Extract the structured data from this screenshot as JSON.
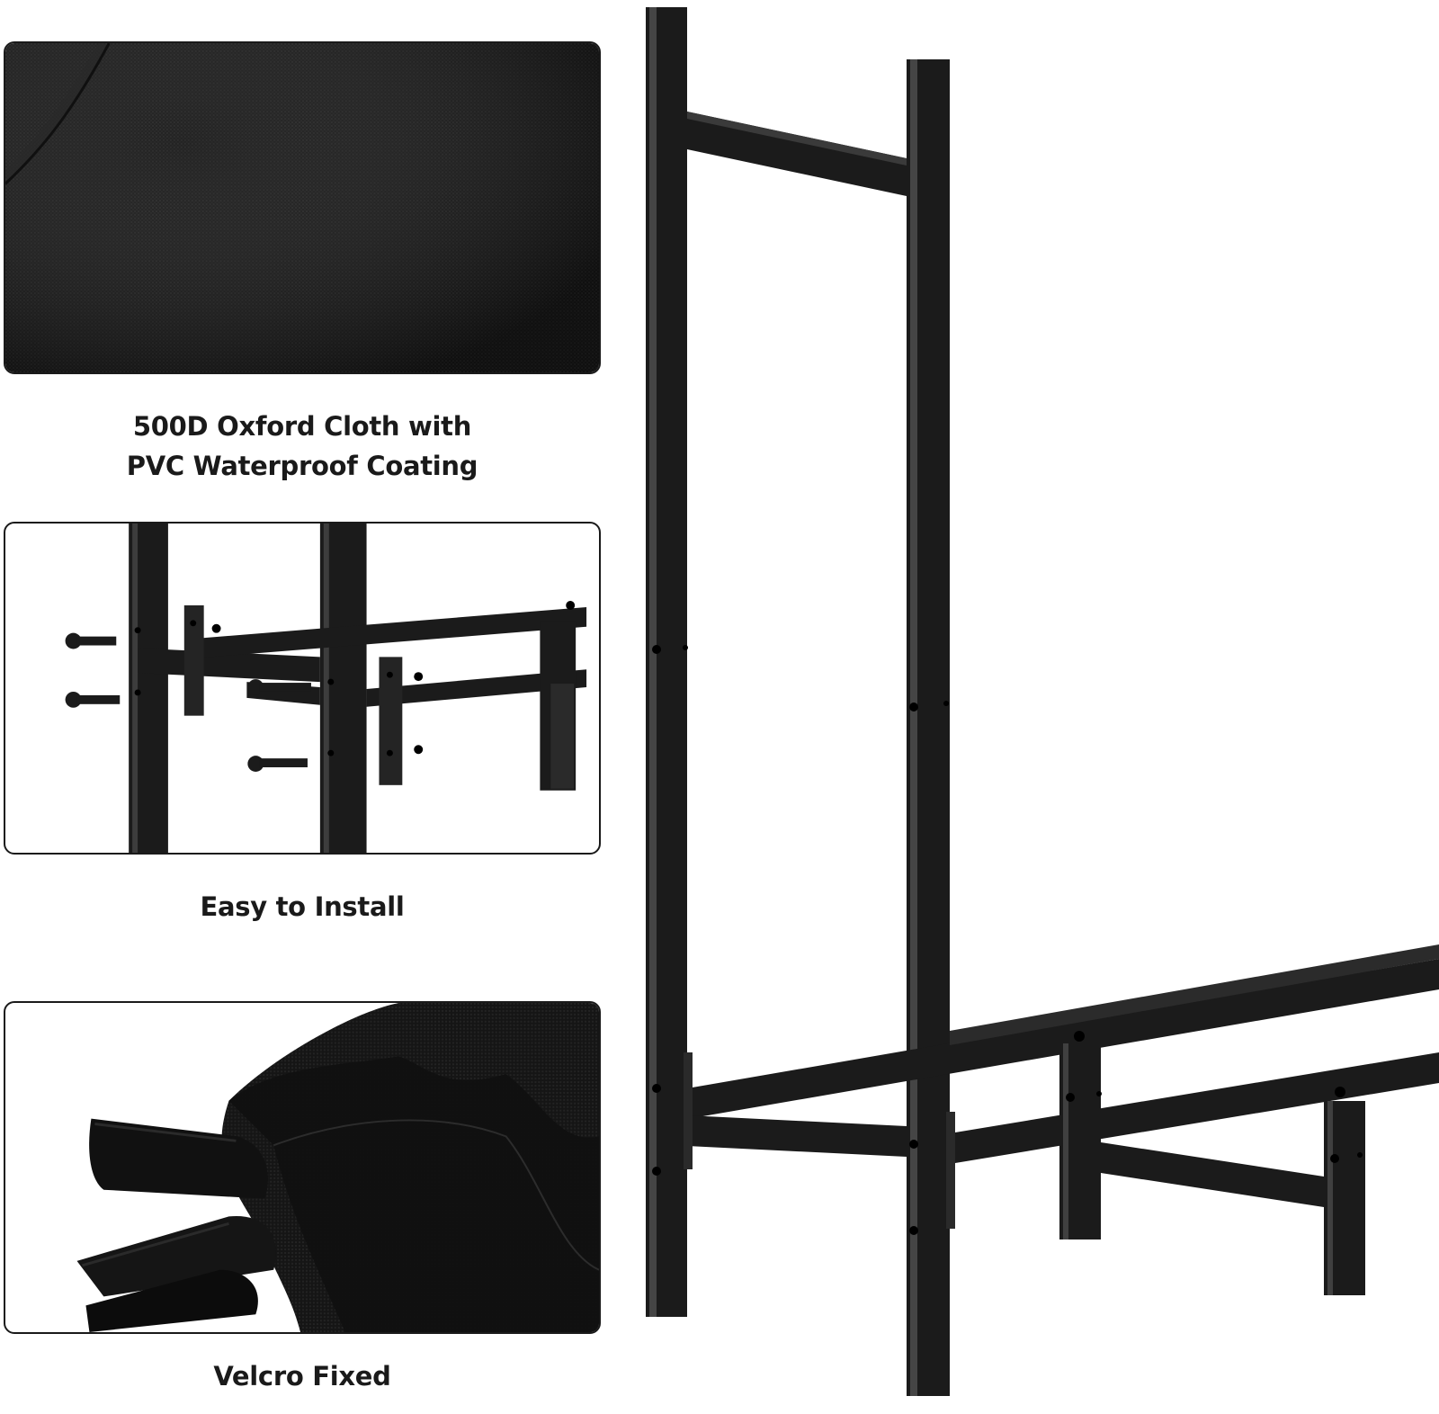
{
  "features": [
    {
      "lines": [
        "500D Oxford Cloth with",
        "PVC Waterproof Coating"
      ]
    },
    {
      "lines": [
        "Easy to Install"
      ]
    },
    {
      "lines": [
        "Velcro Fixed"
      ]
    }
  ],
  "colors": {
    "frame": "#1b1b1b",
    "frame_highlight": "#4a4a4a",
    "fabric": "#141414",
    "text": "#1a1a1a",
    "border": "#1a1a1a"
  }
}
